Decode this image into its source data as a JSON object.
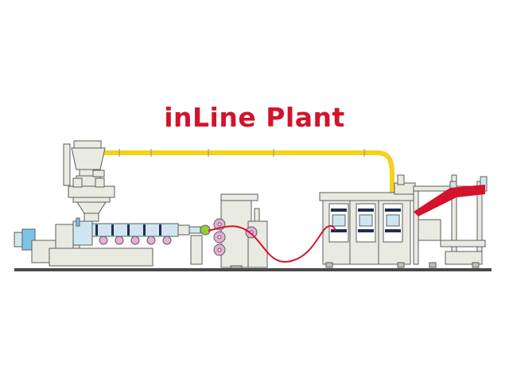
{
  "title": "inLine Plant",
  "colors": {
    "title": "#d3132b",
    "product_film": "#d3132b",
    "conveying_pipe": "#f3d21a",
    "machine_body": "#e9ebe2",
    "machine_outline": "#5d5d5d",
    "extruder_barrel": "#cfe6f1",
    "roll_accent": "#e8aed4",
    "heater_band": "#222e4a",
    "floor": "#4a4a4a",
    "motor_blue": "#7fc4e8",
    "valve_green": "#99cc33"
  },
  "components": [
    {
      "id": "loader",
      "icon": "vacuum-loader-icon"
    },
    {
      "id": "dosing",
      "icon": "gravimetric-dosing-icon"
    },
    {
      "id": "extruder",
      "icon": "extruder-icon"
    },
    {
      "id": "calender",
      "icon": "calender-rolls-icon"
    },
    {
      "id": "thermoformer",
      "icon": "thermoformer-icon"
    },
    {
      "id": "winder",
      "icon": "winder-icon"
    }
  ]
}
